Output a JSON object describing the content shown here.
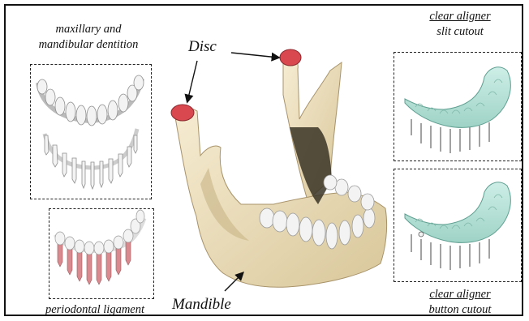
{
  "labels": {
    "disc": "Disc",
    "mandible": "Mandible",
    "dentition_line1": "maxillary and",
    "dentition_line2": "mandibular dentition",
    "periodontal": "periodontal ligament",
    "slit_line1": "clear aligner",
    "slit_line2": "slit cutout",
    "button_line1": "clear aligner",
    "button_line2": "button cutout"
  },
  "colors": {
    "bone": "#efe3c3",
    "bone_shadow": "#cdbb8e",
    "disc": "#d9474f",
    "tooth": "#f2f2f2",
    "tooth_shadow": "#b9b9b9",
    "aligner": "#b9e3d9",
    "ligament": "#d98a8e",
    "border": "#111111"
  }
}
